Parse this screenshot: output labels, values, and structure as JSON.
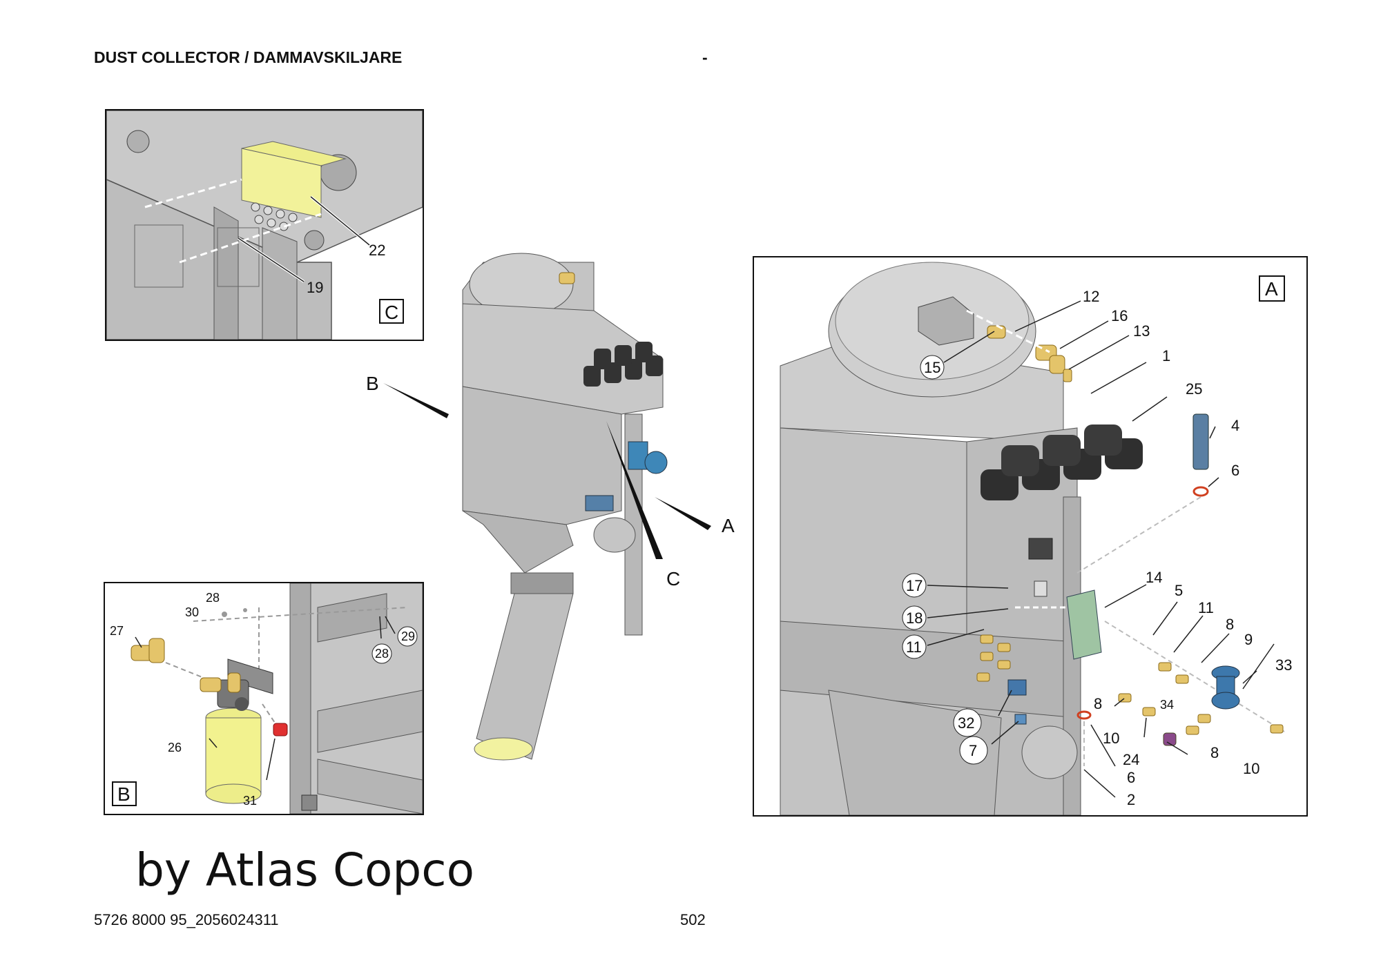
{
  "header": {
    "title": "DUST COLLECTOR / DAMMAVSKILJARE",
    "dash": "-"
  },
  "footer": {
    "doc_number": "5726 8000 95_2056024311",
    "page": "502"
  },
  "watermark": "by Atlas Copco",
  "view_c": {
    "label": "C",
    "callouts": [
      "22",
      "19"
    ]
  },
  "view_b": {
    "label": "B",
    "callouts": [
      "28",
      "30",
      "27",
      "29",
      "28",
      "26",
      "31"
    ]
  },
  "view_a": {
    "label": "A",
    "callouts": [
      "12",
      "16",
      "13",
      "15",
      "1",
      "25",
      "4",
      "6",
      "17",
      "14",
      "5",
      "11",
      "18",
      "8",
      "11",
      "9",
      "33",
      "8",
      "34",
      "32",
      "10",
      "24",
      "8",
      "7",
      "6",
      "10",
      "2"
    ]
  },
  "main_view": {
    "pointers": [
      "B",
      "A",
      "C"
    ]
  }
}
